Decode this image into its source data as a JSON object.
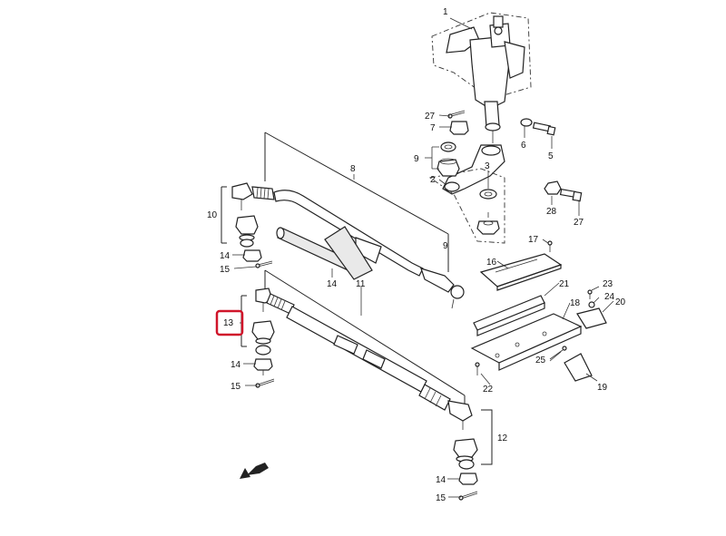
{
  "callouts": {
    "c1": "1",
    "c2": "2",
    "c3": "3",
    "c5": "5",
    "c6": "6",
    "c7": "7",
    "c8": "8",
    "c9_upper": "9",
    "c9_lower": "9",
    "c10": "10",
    "c11": "11",
    "c12": "12",
    "c13": "13",
    "c14_a": "14",
    "c14_b": "14",
    "c14_c": "14",
    "c14_d": "14",
    "c15_a": "15",
    "c15_b": "15",
    "c15_c": "15",
    "c16": "16",
    "c17": "17",
    "c18": "18",
    "c19": "19",
    "c20": "20",
    "c21": "21",
    "c22": "22",
    "c23": "23",
    "c24": "24",
    "c25": "25",
    "c27_a": "27",
    "c27_b": "27",
    "c28": "28"
  },
  "selected_callout": "13",
  "colors": {
    "highlight": "#d0152a",
    "ink": "#222222"
  },
  "icons": {
    "front_arrow": "front-direction-arrow-icon"
  }
}
